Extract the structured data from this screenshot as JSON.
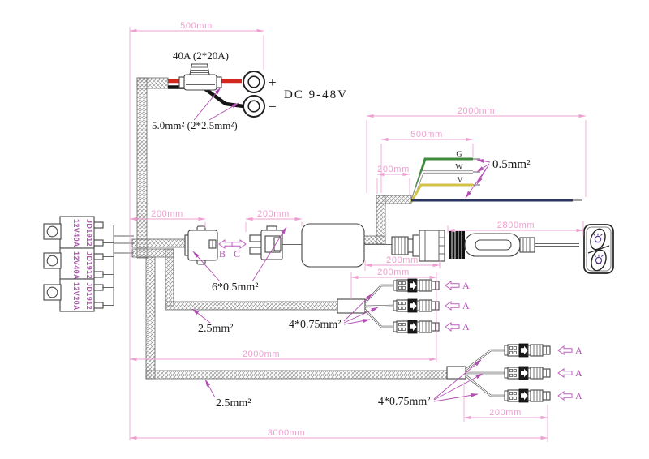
{
  "diagram": {
    "dimensions": {
      "top_500": "500mm",
      "signal_total": "2000mm",
      "signal_500": "500mm",
      "signal_200": "200mm",
      "conn_b": "200mm",
      "conn_c": "200mm",
      "switch_cable": "2800mm",
      "module_out": "200mm",
      "branch1": "200mm",
      "trunk1": "2000mm",
      "branch2": "200mm",
      "total": "3000mm"
    },
    "labels": {
      "fuse_rating": "40A (2*20A)",
      "power_wire": "5.0mm² (2*2.5mm²)",
      "plus": "+",
      "minus": "−",
      "dc_voltage": "DC 9-48V",
      "signal_wire": "0.5mm²",
      "wire_g": "G",
      "wire_w": "W",
      "wire_v": "V",
      "harness_6core": "6*0.5mm²",
      "trunk1_spec": "2.5mm²",
      "branch1_spec": "4*0.75mm²",
      "trunk2_spec": "2.5mm²",
      "branch2_spec": "4*0.75mm²",
      "marker_a": "A",
      "marker_b": "B",
      "marker_c": "C"
    },
    "relays": [
      {
        "model": "JD1912",
        "rating": "12V40A"
      },
      {
        "model": "JD1912",
        "rating": "12V40A"
      },
      {
        "model": "JD1912",
        "rating": "12V20A"
      }
    ],
    "colors": {
      "dimension_pink": "#ee9fd0",
      "leader_magenta": "#b44fb4",
      "relay_text_purple": "#a85aa8",
      "wire_red": "#d3281e",
      "wire_black": "#141414",
      "wire_green": "#3f8a3c",
      "wire_yellow": "#d2c24a",
      "wire_navy": "#2b3560",
      "line_gray": "#555555",
      "icon_purple": "#5a3f8e"
    }
  }
}
